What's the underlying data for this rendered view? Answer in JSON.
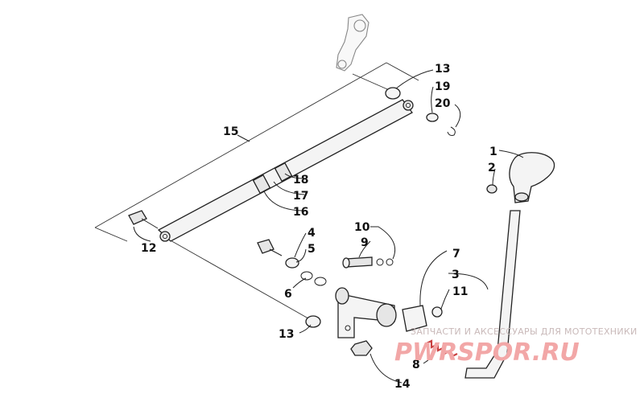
{
  "callouts": [
    "1",
    "2",
    "3",
    "4",
    "5",
    "6",
    "7",
    "8",
    "9",
    "10",
    "11",
    "12",
    "13",
    "13",
    "14",
    "15",
    "16",
    "17",
    "18",
    "19",
    "20"
  ],
  "watermark": {
    "tagline": "ЗАПЧАСТИ И АКСЕССУАРЫ ДЛЯ МОТОТЕХНИКИ",
    "logo": "PWRSPOR.RU"
  }
}
